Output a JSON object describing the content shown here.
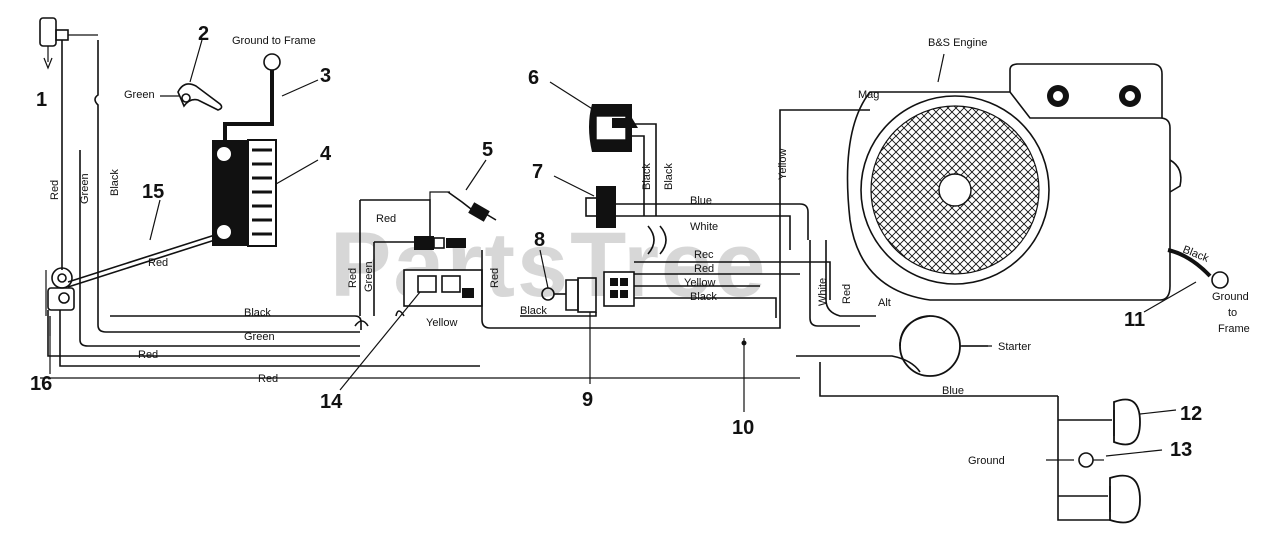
{
  "watermark": "PartsTree",
  "callouts": [
    "1",
    "2",
    "3",
    "4",
    "5",
    "6",
    "7",
    "8",
    "9",
    "10",
    "11",
    "12",
    "13",
    "14",
    "15",
    "16"
  ],
  "labels": {
    "ground_frame_top": "Ground to Frame",
    "engine": "B&S Engine",
    "mag": "Mag",
    "starter": "Starter",
    "alt": "Alt",
    "ground_right": [
      "Ground",
      "to",
      "Frame"
    ],
    "ground_lights": "Ground"
  },
  "wire_labels": {
    "green_top": "Green",
    "red_left": "Red",
    "green_left": "Green",
    "black_left": "Black",
    "red_15": "Red",
    "red_5": "Red",
    "red_v1": "Red",
    "green_v1": "Green",
    "red_v2": "Red",
    "black_bottom": "Black",
    "yellow_bottom": "Yellow",
    "green_bottom": "Green",
    "red_bottom1": "Red",
    "red_bottom2": "Red",
    "black_6a": "Black",
    "black_6b": "Black",
    "yellow_top": "Yellow",
    "blue_top": "Blue",
    "white_top": "White",
    "red_9a": "Rec",
    "red_9b": "Red",
    "yellow_9": "Yellow",
    "black_9": "Black",
    "black_8": "Black",
    "white_v": "White",
    "red_v": "Red",
    "blue_bottom": "Blue",
    "black_engine": "Black"
  }
}
